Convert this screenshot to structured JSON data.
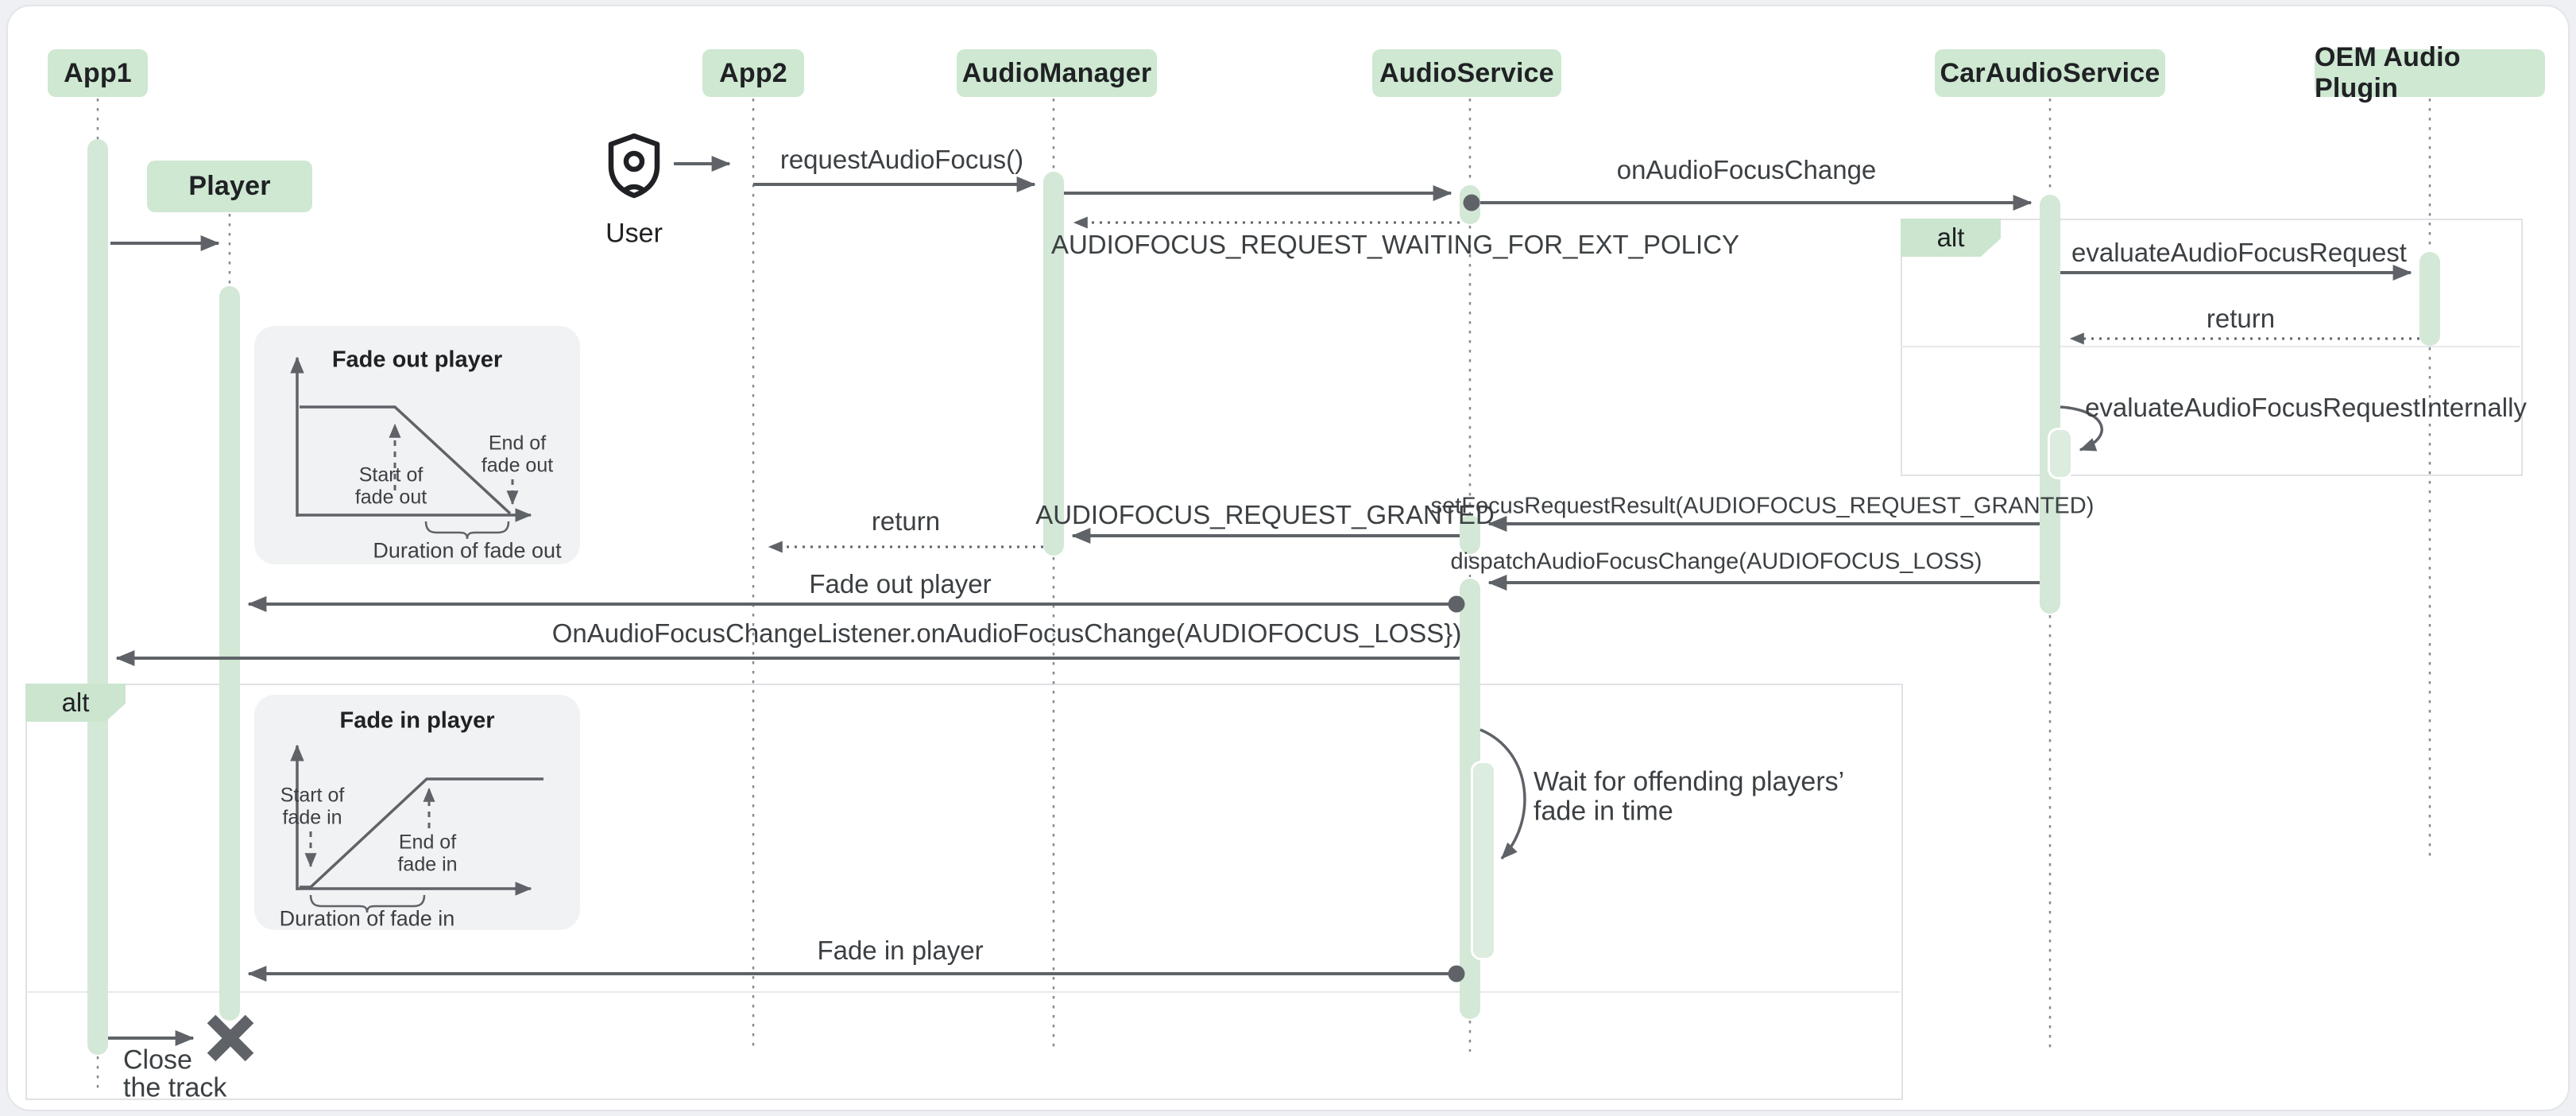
{
  "participants": {
    "app1": "App1",
    "player": "Player",
    "app2": "App2",
    "audio_manager": "AudioManager",
    "audio_service": "AudioService",
    "car_audio_service": "CarAudioService",
    "oem_audio_plugin": "OEM Audio Plugin"
  },
  "actor": {
    "label": "User"
  },
  "fragments": {
    "alt_left": "alt",
    "alt_right": "alt"
  },
  "messages": {
    "request_audio_focus": "requestAudioFocus()",
    "on_audio_focus_change": "onAudioFocusChange",
    "waiting_ext_policy": "AUDIOFOCUS_REQUEST_WAITING_FOR_EXT_POLICY",
    "evaluate_audio_focus_request": "evaluateAudioFocusRequest",
    "return_from_oem": "return",
    "evaluate_internally": "evaluateAudioFocusRequestInternally",
    "set_focus_request_result": "setFocusRequestResult(AUDIOFOCUS_REQUEST_GRANTED)",
    "request_granted": "AUDIOFOCUS_REQUEST_GRANTED",
    "return_to_app2": "return",
    "dispatch_focus_change": "dispatchAudioFocusChange(AUDIOFOCUS_LOSS)",
    "fade_out_player": "Fade out player",
    "focus_change_listener": "OnAudioFocusChangeListener.onAudioFocusChange(AUDIOFOCUS_LOSS})",
    "wait_line1": "Wait for offending players’",
    "wait_line2": "fade in time",
    "fade_in_player": "Fade in player",
    "close_line1": "Close",
    "close_line2": "the track"
  },
  "insets": {
    "fade_out": {
      "title": "Fade out player",
      "start_l1": "Start of",
      "start_l2": "fade out",
      "end_l1": "End of",
      "end_l2": "fade out",
      "duration": "Duration of fade out"
    },
    "fade_in": {
      "title": "Fade in player",
      "start_l1": "Start of",
      "start_l2": "fade in",
      "end_l1": "End of",
      "end_l2": "fade in",
      "duration": "Duration of fade in"
    }
  },
  "colors": {
    "participant_green": "#cee8d2",
    "activation_green": "#d3e8d6",
    "arrow_gray": "#5f6368",
    "lifeline_gray": "#878c91",
    "text_dark": "#202124",
    "text_body": "#3c4043",
    "inset_bg": "#f0f2f4",
    "frame_border": "#e0e2e6",
    "page_bg": "#ffffff",
    "canvas_bg": "#eef0f3"
  }
}
